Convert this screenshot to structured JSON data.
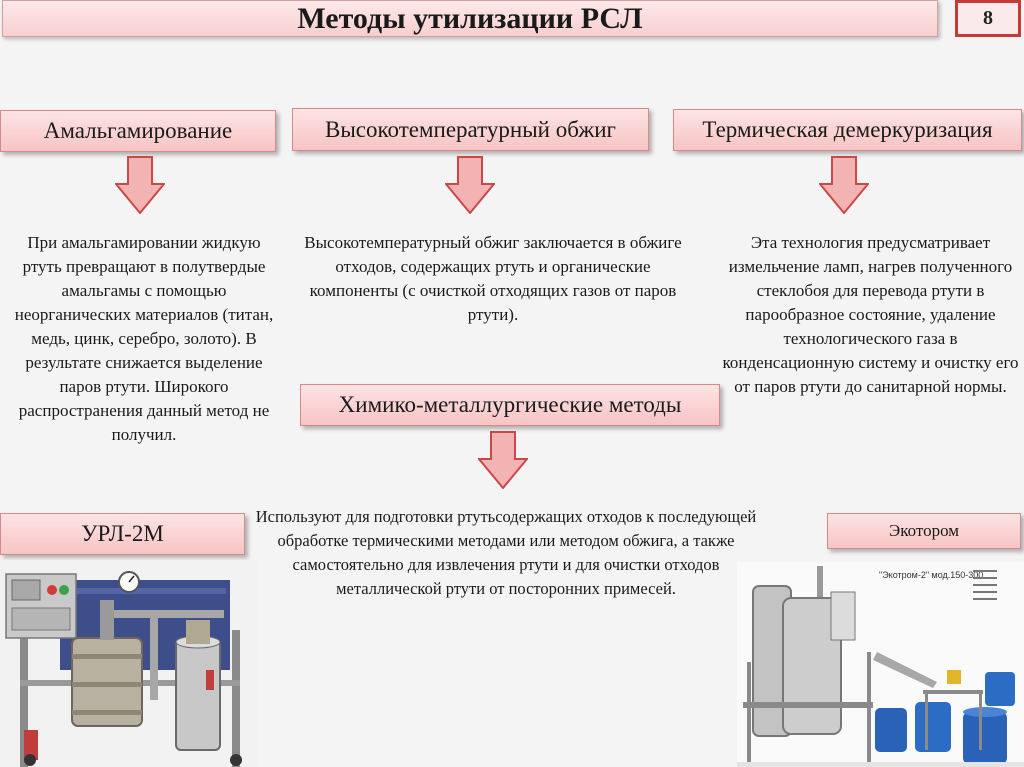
{
  "slide": {
    "title": "Методы утилизации РСЛ",
    "page_number": "8"
  },
  "methods": {
    "amalgamation": {
      "label": "Амальгамирование",
      "description": "При амальгамировании жидкую ртуть превращают в полутвердые амальгамы с помощью неорганических материалов (титан, медь, цинк, серебро, золото). В результате снижается выделение паров ртути. Широкого распространения данный метод не получил."
    },
    "firing": {
      "label": "Высокотемпературный обжиг",
      "description": "Высокотемпературный обжиг заключается в обжиге отходов, содержащих ртуть и органические компоненты (с очисткой отходящих газов от паров ртути)."
    },
    "demercurization": {
      "label": "Термическая демеркуризация",
      "description": "Эта технология предусматривает измельчение ламп, нагрев полученного стеклобоя для перевода ртути в парообразное состояние, удаление технологического газа в конденсационную систему и очистку его от паров ртути до санитарной нормы."
    },
    "chem_metallurgical": {
      "label": "Химико-металлургические методы",
      "description": "Используют для подготовки ртутьсодержащих отходов к последующей обработке термическими методами или методом обжига, а также самостоятельно для извлечения ртути и для очистки отходов металлической ртути от посторонних примесей."
    }
  },
  "equipment": {
    "left_label": "УРЛ-2М",
    "right_label": "Экотором",
    "right_photo_caption": "\"Экотром-2\" мод.150-300"
  },
  "colors": {
    "box_fill": "#f7c4c4",
    "box_border": "#d88a8a",
    "page_num_border": "#c73a3a",
    "arrow_fill": "#f4b3b3",
    "arrow_stroke": "#c9494b"
  }
}
